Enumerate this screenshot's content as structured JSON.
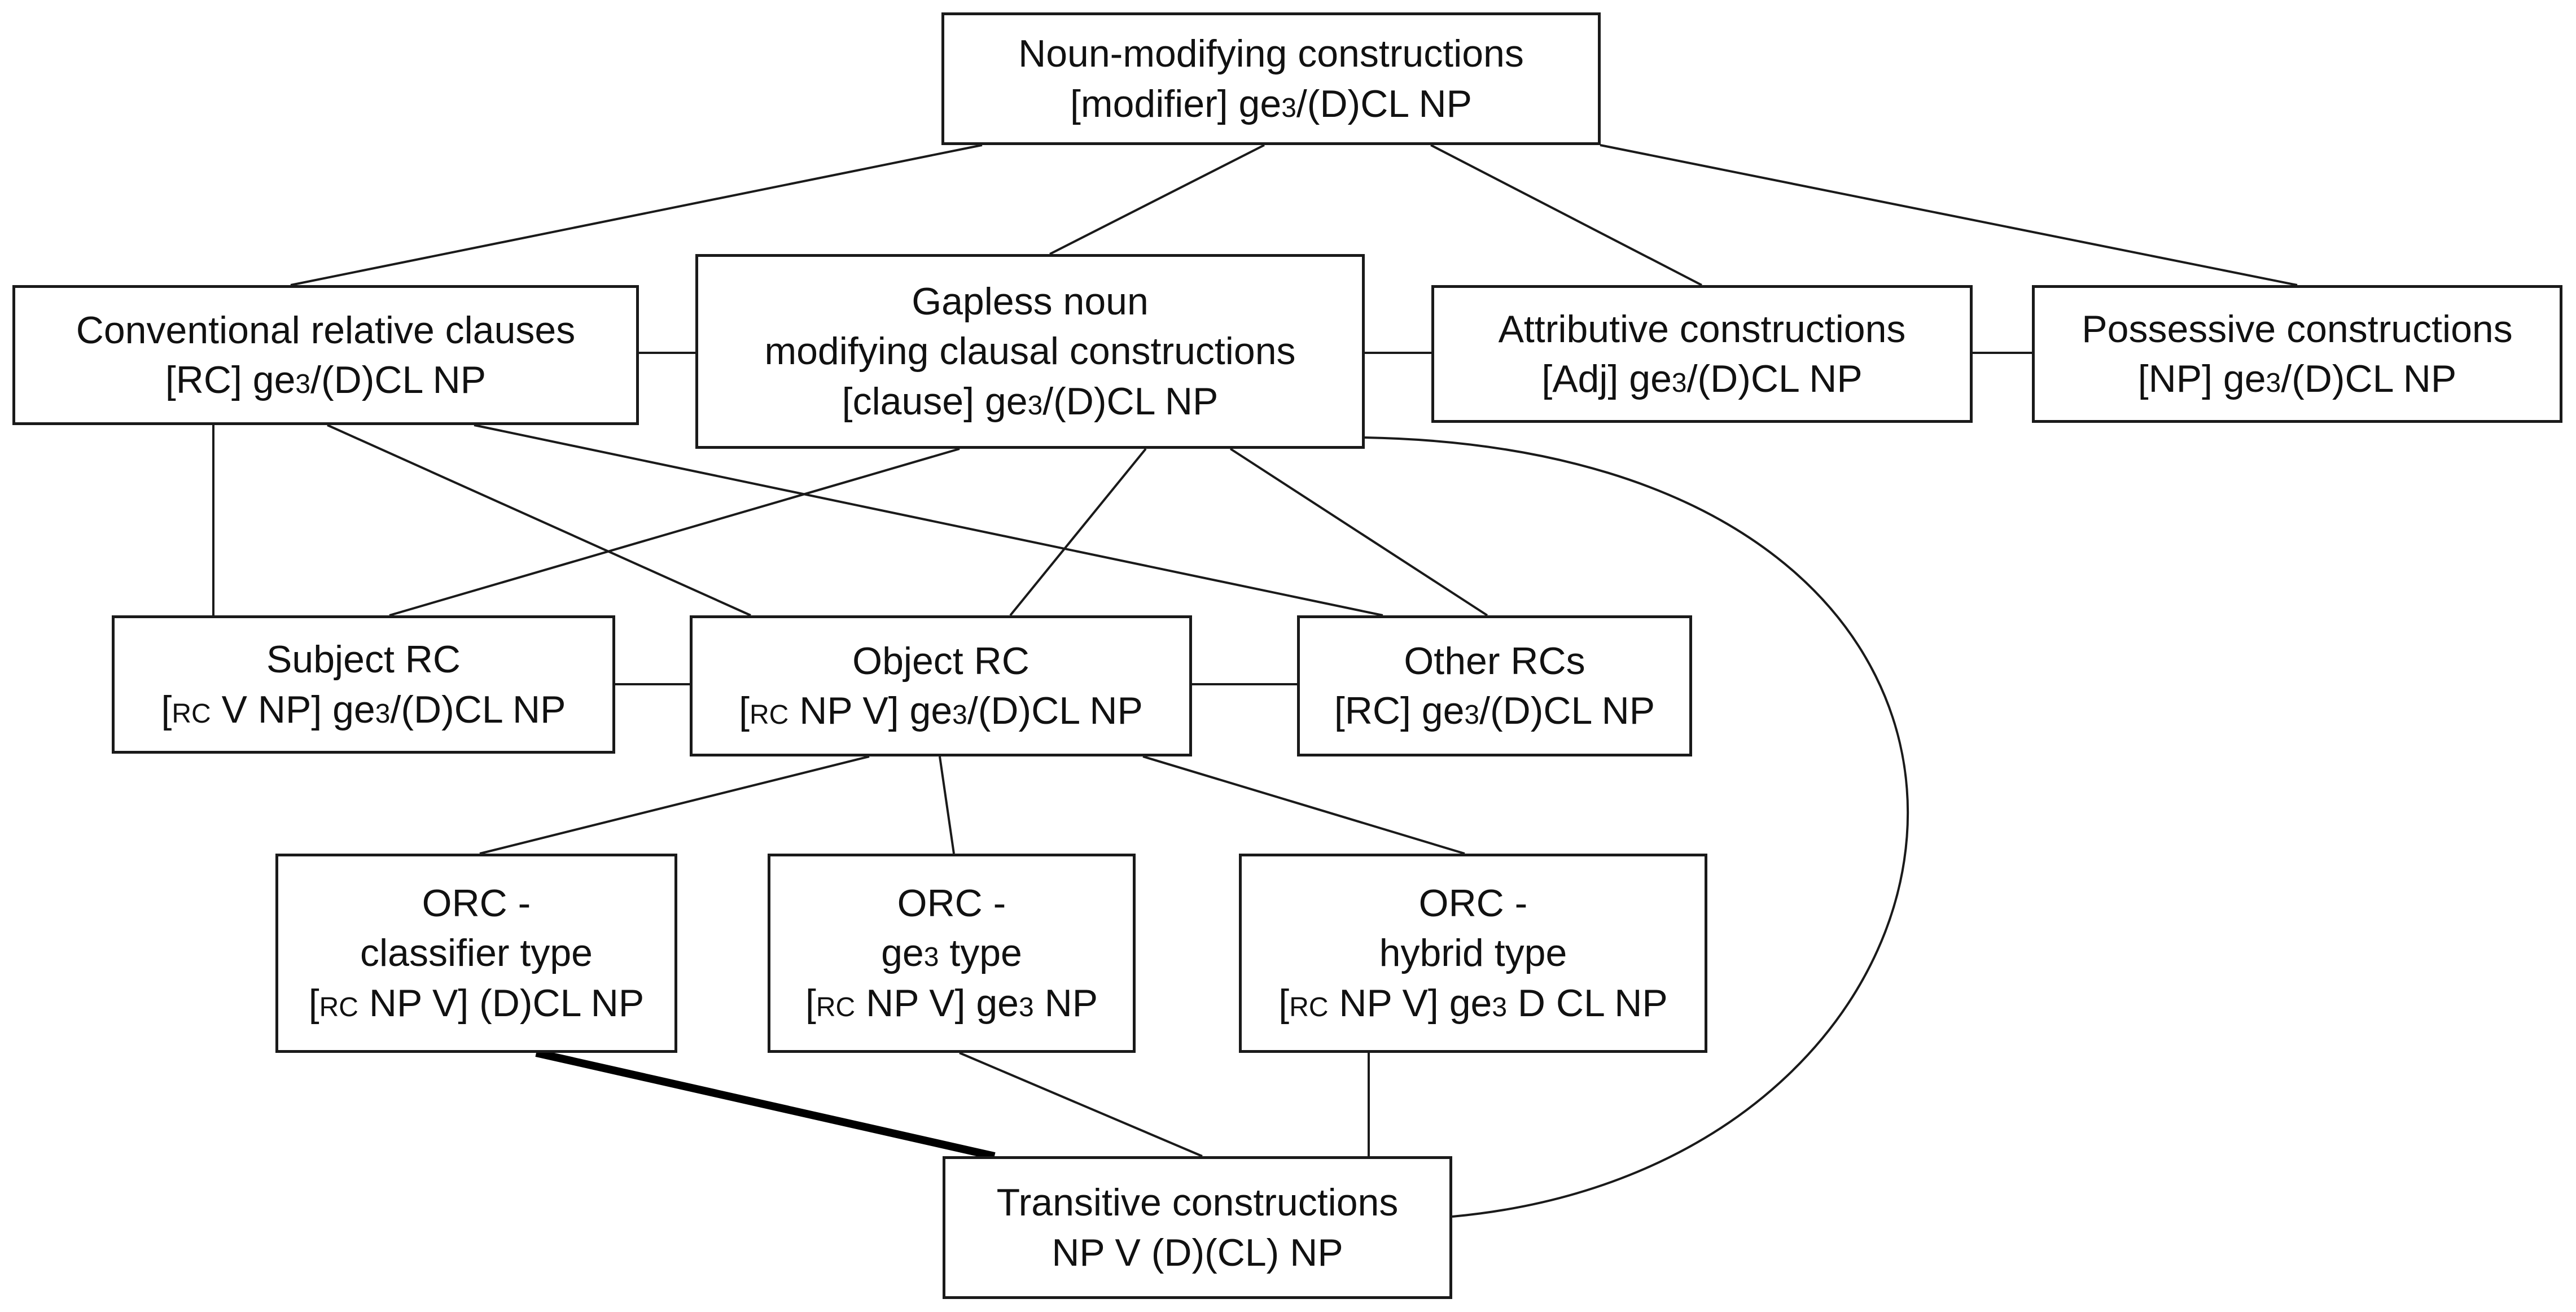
{
  "nodes": {
    "noun_mod": {
      "title": "Noun-modifying constructions",
      "f1": "[modifier] ge",
      "f1s": "3",
      "f1r": "/(D)CL NP"
    },
    "conv_rc": {
      "title": "Conventional relative clauses",
      "f1": "[RC] ge",
      "f1s": "3",
      "f1r": "/(D)CL NP"
    },
    "gapless": {
      "title1": "Gapless noun",
      "title2": "modifying clausal constructions",
      "f1": "[clause] ge",
      "f1s": "3",
      "f1r": "/(D)CL NP"
    },
    "attributive": {
      "title": "Attributive constructions",
      "f1": "[Adj] ge",
      "f1s": "3",
      "f1r": "/(D)CL NP"
    },
    "possessive": {
      "title": "Possessive constructions",
      "f1": "[NP] ge",
      "f1s": "3",
      "f1r": "/(D)CL NP"
    },
    "subject_rc": {
      "title": "Subject RC",
      "f0": "[",
      "f0s": "RC",
      "f1": " V NP] ge",
      "f1s": "3",
      "f1r": "/(D)CL NP"
    },
    "object_rc": {
      "title": "Object RC",
      "f0": "[",
      "f0s": "RC",
      "f1": " NP V] ge",
      "f1s": "3",
      "f1r": "/(D)CL NP"
    },
    "other_rc": {
      "title": "Other RCs",
      "f1": "[RC] ge",
      "f1s": "3",
      "f1r": "/(D)CL NP"
    },
    "orc_classifier": {
      "title1": "ORC -",
      "title2": "classifier type",
      "f0": "[",
      "f0s": "RC",
      "f1": " NP V] (D)CL NP"
    },
    "orc_ge3": {
      "title1": "ORC -",
      "title2a": "ge",
      "title2s": "3",
      "title2b": " type",
      "f0": "[",
      "f0s": "RC",
      "f1": " NP V] ge",
      "f1s": "3",
      "f1r": " NP"
    },
    "orc_hybrid": {
      "title1": "ORC -",
      "title2": "hybrid type",
      "f0": "[",
      "f0s": "RC",
      "f1": " NP V] ge",
      "f1s": "3",
      "f1r": " D CL NP"
    },
    "transitive": {
      "title": "Transitive constructions",
      "f1": "NP V (D)(CL) NP"
    }
  },
  "edges": [
    {
      "from": "noun_mod",
      "to": "conv_rc",
      "style": "normal"
    },
    {
      "from": "noun_mod",
      "to": "gapless",
      "style": "normal"
    },
    {
      "from": "noun_mod",
      "to": "attributive",
      "style": "normal"
    },
    {
      "from": "noun_mod",
      "to": "possessive",
      "style": "normal"
    },
    {
      "from": "conv_rc",
      "to": "gapless",
      "style": "normal"
    },
    {
      "from": "gapless",
      "to": "attributive",
      "style": "normal"
    },
    {
      "from": "attributive",
      "to": "possessive",
      "style": "normal"
    },
    {
      "from": "conv_rc",
      "to": "subject_rc",
      "style": "normal"
    },
    {
      "from": "conv_rc",
      "to": "object_rc",
      "style": "normal"
    },
    {
      "from": "conv_rc",
      "to": "other_rc",
      "style": "normal"
    },
    {
      "from": "gapless",
      "to": "subject_rc",
      "style": "normal"
    },
    {
      "from": "gapless",
      "to": "object_rc",
      "style": "normal"
    },
    {
      "from": "gapless",
      "to": "other_rc",
      "style": "normal"
    },
    {
      "from": "subject_rc",
      "to": "object_rc",
      "style": "normal"
    },
    {
      "from": "object_rc",
      "to": "other_rc",
      "style": "normal"
    },
    {
      "from": "object_rc",
      "to": "orc_classifier",
      "style": "normal"
    },
    {
      "from": "object_rc",
      "to": "orc_ge3",
      "style": "normal"
    },
    {
      "from": "object_rc",
      "to": "orc_hybrid",
      "style": "normal"
    },
    {
      "from": "orc_classifier",
      "to": "transitive",
      "style": "bold"
    },
    {
      "from": "orc_ge3",
      "to": "transitive",
      "style": "normal"
    },
    {
      "from": "orc_hybrid",
      "to": "transitive",
      "style": "normal"
    },
    {
      "from": "gapless",
      "to": "transitive",
      "style": "curved"
    }
  ],
  "colors": {
    "line": "#1a1a1a",
    "box_border": "#1a1a1a",
    "text": "#111111",
    "background": "#ffffff"
  }
}
